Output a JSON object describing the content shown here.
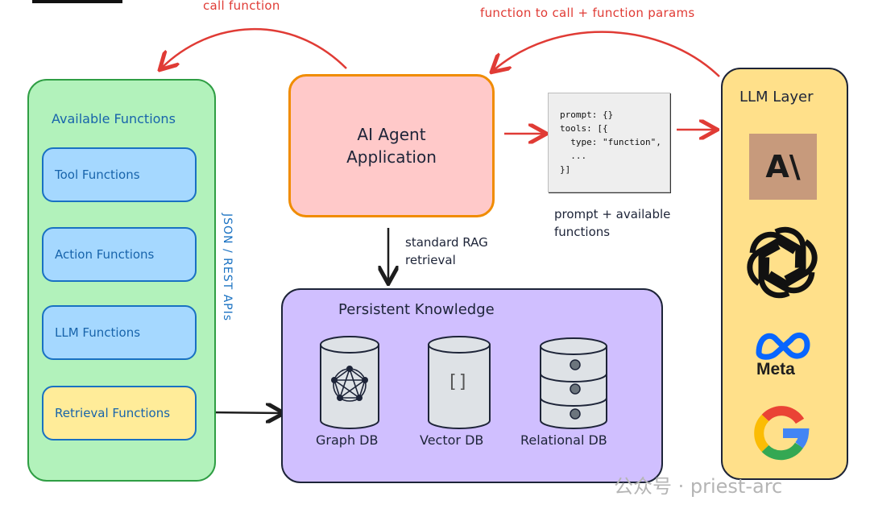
{
  "labels": {
    "call_function": "call function",
    "function_to_call": "function to call + function params",
    "standard_rag": [
      "standard RAG",
      "retrieval"
    ],
    "prompt_available": [
      "prompt + available",
      "functions"
    ]
  },
  "available_functions": {
    "title": "Available Functions",
    "items": [
      "Tool Functions",
      "Action Functions",
      "LLM Functions",
      "Retrieval Functions"
    ],
    "side_label": "JSON / REST APIs"
  },
  "agent": {
    "line1": "AI Agent",
    "line2": "Application"
  },
  "code_card": {
    "lines": [
      "prompt: {}",
      "tools: [{",
      "  type: \"function\",",
      "  ...",
      "}]"
    ]
  },
  "llm_layer": {
    "title": "LLM Layer",
    "logos": [
      "anthropic-logo",
      "openai-logo",
      "meta-logo",
      "google-logo"
    ],
    "anthropic_mark": "A\\",
    "meta_word": "Meta"
  },
  "knowledge": {
    "title": "Persistent Knowledge",
    "dbs": [
      "Graph DB",
      "Vector DB",
      "Relational DB"
    ],
    "vector_glyph": "[]"
  },
  "watermark": "公众号 · priest-arc",
  "colors": {
    "arrow_red": "#e03b35",
    "functions_panel": "#b2f2bb",
    "function_box": "#a5d8ff",
    "retrieval_box": "#ffec99",
    "agent_box": "#ffc9c9",
    "llm_panel": "#ffe08a",
    "knowledge_panel": "#d0bfff"
  }
}
